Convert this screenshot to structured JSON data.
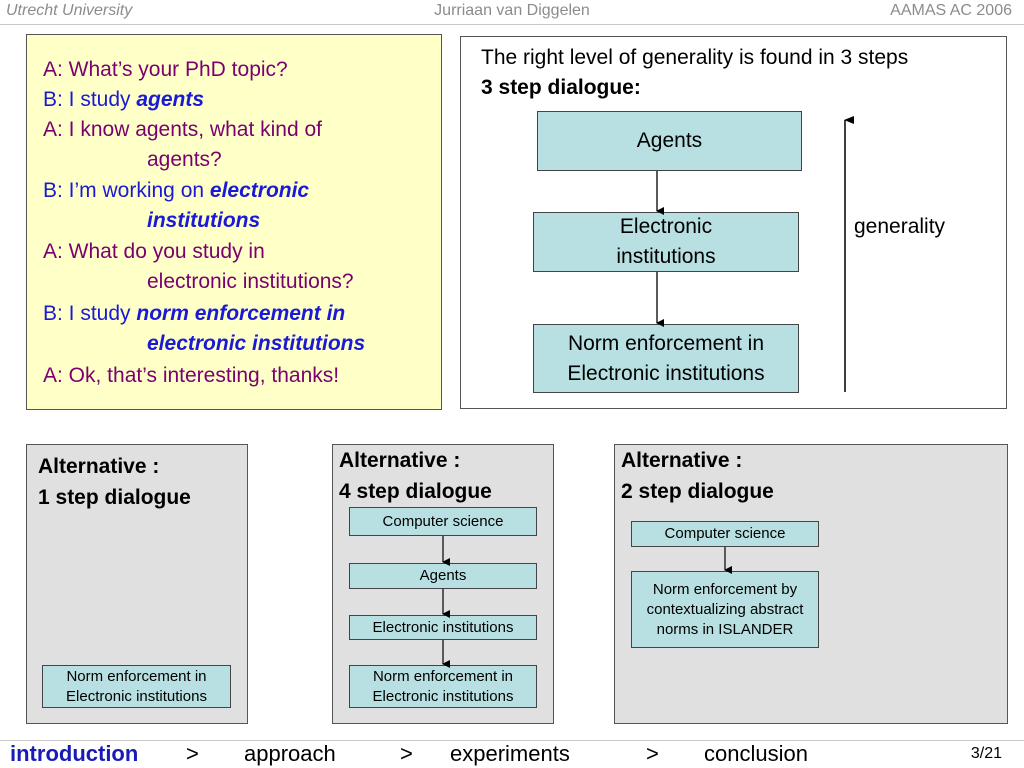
{
  "header": {
    "left": "Utrecht University",
    "center": "Jurriaan van Diggelen",
    "right": "AAMAS AC 2006"
  },
  "dialogue": [
    {
      "speaker": "A",
      "pre": "A: What’s your PhD topic?"
    },
    {
      "speaker": "B",
      "pre": "B: I study ",
      "em": "agents"
    },
    {
      "speaker": "A",
      "pre": "A: I know agents, what kind of"
    },
    {
      "speaker": "A",
      "pre": "agents?"
    },
    {
      "speaker": "B",
      "pre": "B: I’m working on ",
      "em": "electronic"
    },
    {
      "speaker": "B",
      "pre": "",
      "em": "institutions"
    },
    {
      "speaker": "A",
      "pre": "A: What do you study in"
    },
    {
      "speaker": "A",
      "pre": "electronic institutions?"
    },
    {
      "speaker": "B",
      "pre": "B: I study ",
      "em": "norm enforcement in"
    },
    {
      "speaker": "B",
      "pre": "",
      "em": "electronic institutions"
    },
    {
      "speaker": "A",
      "pre": "A: Ok, that’s interesting, thanks!"
    }
  ],
  "main_diagram": {
    "heading": "The right level of generality is found in 3 steps",
    "subheading": "3 step dialogue:",
    "nodes": [
      "Agents",
      "Electronic\ninstitutions",
      "Norm enforcement in\nElectronic institutions"
    ],
    "axis_label": "generality"
  },
  "alternatives": [
    {
      "title": "Alternative :\n1 step dialogue",
      "nodes": [
        "Norm enforcement in\nElectronic institutions"
      ]
    },
    {
      "title": "Alternative :\n4 step dialogue",
      "nodes": [
        "Computer science",
        "Agents",
        "Electronic institutions",
        "Norm enforcement in\nElectronic institutions"
      ]
    },
    {
      "title": "Alternative :\n2 step dialogue",
      "nodes": [
        "Computer science",
        "Norm enforcement by\ncontextualizing abstract\nnorms in ISLANDER"
      ]
    }
  ],
  "footer": {
    "nav": [
      "introduction",
      ">",
      "approach",
      ">",
      "experiments",
      ">",
      "conclusion"
    ],
    "active": "introduction",
    "page": "3/21"
  },
  "colors": {
    "node_fill": "#b8e0e2",
    "dialogue_bg": "#ffffc8",
    "alt_bg": "#e0e0e0",
    "speaker_a": "#7a0070",
    "speaker_b": "#1a1ad6",
    "nav_active": "#1a1ab4"
  }
}
